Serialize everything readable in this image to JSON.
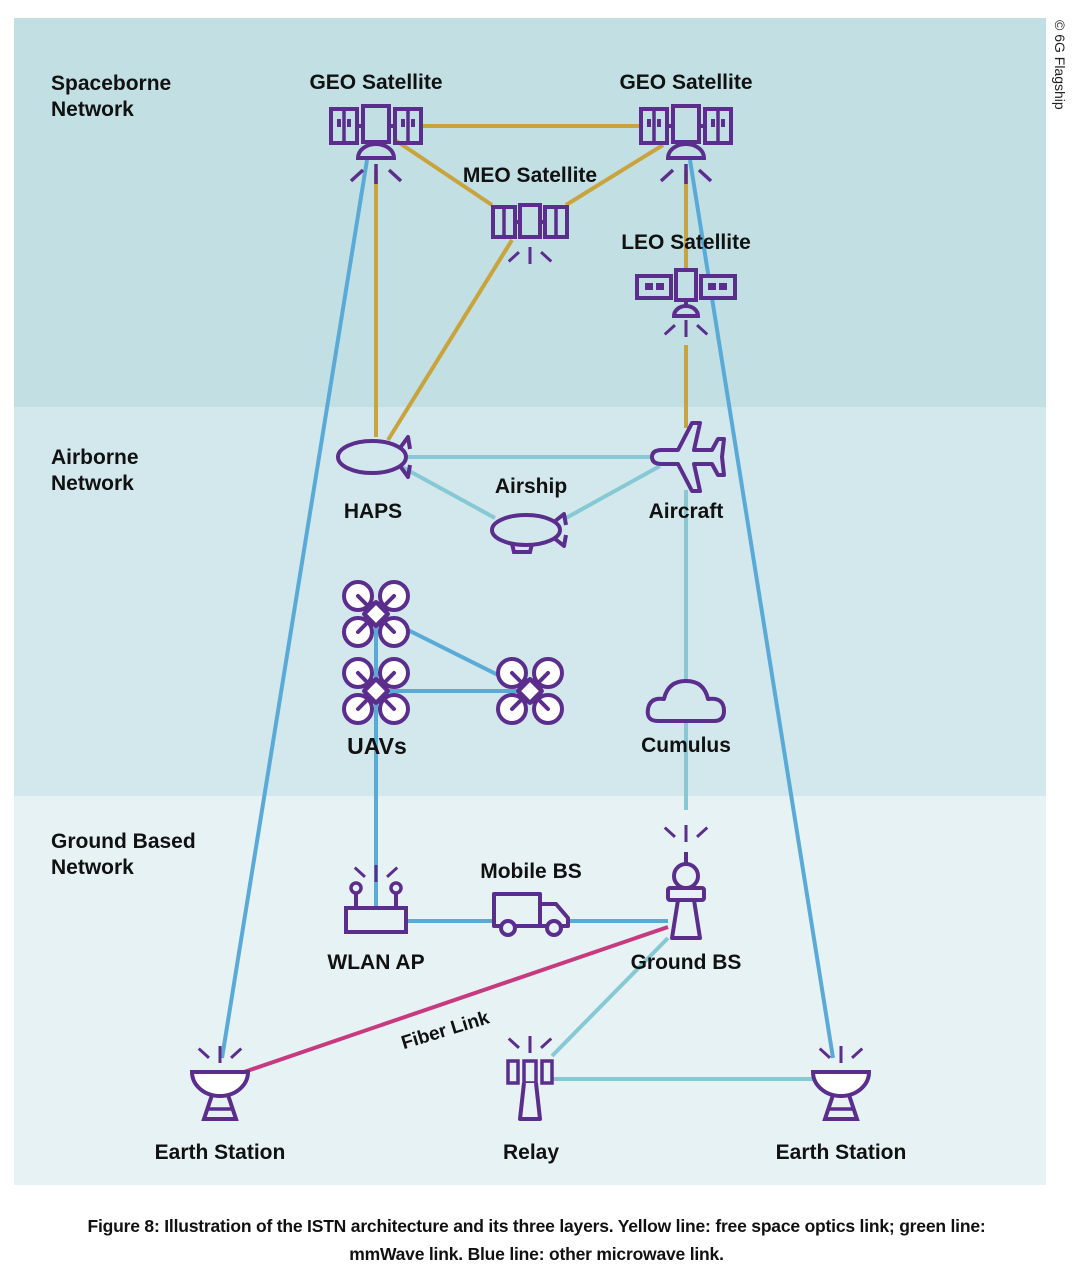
{
  "colors": {
    "spaceborne_bg": "#c2dfe3",
    "airborne_bg": "#d3e8ec",
    "ground_bg": "#e6f2f4",
    "icon_purple": "#5b2d8c",
    "fso_link": "#c9a33c",
    "mmwave_link": "#86c8d3",
    "microwave_link": "#5aaad8",
    "fiber_link": "#c73a80"
  },
  "layers": {
    "spaceborne": {
      "line1": "Spaceborne",
      "line2": "Network"
    },
    "airborne": {
      "line1": "Airborne",
      "line2": "Network"
    },
    "ground": {
      "line1": "Ground Based",
      "line2": "Network"
    }
  },
  "nodes": {
    "geo_left": {
      "label": "GEO Satellite",
      "icon": "satellite-icon"
    },
    "geo_right": {
      "label": "GEO Satellite",
      "icon": "satellite-icon"
    },
    "meo": {
      "label": "MEO Satellite",
      "icon": "satellite-icon"
    },
    "leo": {
      "label": "LEO Satellite",
      "icon": "satellite-icon"
    },
    "haps": {
      "label": "HAPS",
      "icon": "airship-icon"
    },
    "airship": {
      "label": "Airship",
      "icon": "airship-icon"
    },
    "aircraft": {
      "label": "Aircraft",
      "icon": "airplane-icon"
    },
    "uavs": {
      "label": "UAVs",
      "icon": "drone-icon"
    },
    "cumulus": {
      "label": "Cumulus",
      "icon": "cloud-icon"
    },
    "wlan_ap": {
      "label": "WLAN AP",
      "icon": "router-icon"
    },
    "mobile_bs": {
      "label": "Mobile BS",
      "icon": "truck-icon"
    },
    "ground_bs": {
      "label": "Ground BS",
      "icon": "tower-icon"
    },
    "earth_left": {
      "label": "Earth Station",
      "icon": "dish-icon"
    },
    "relay": {
      "label": "Relay",
      "icon": "relay-icon"
    },
    "earth_right": {
      "label": "Earth Station",
      "icon": "dish-icon"
    }
  },
  "links": {
    "fiber_label": "Fiber Link"
  },
  "copyright": "© 6G Flagship",
  "caption": {
    "line1": "Figure 8: Illustration of the ISTN architecture and its three layers. Yellow line: free space optics link; green line:",
    "line2": "mmWave link. Blue line: other microwave link."
  }
}
